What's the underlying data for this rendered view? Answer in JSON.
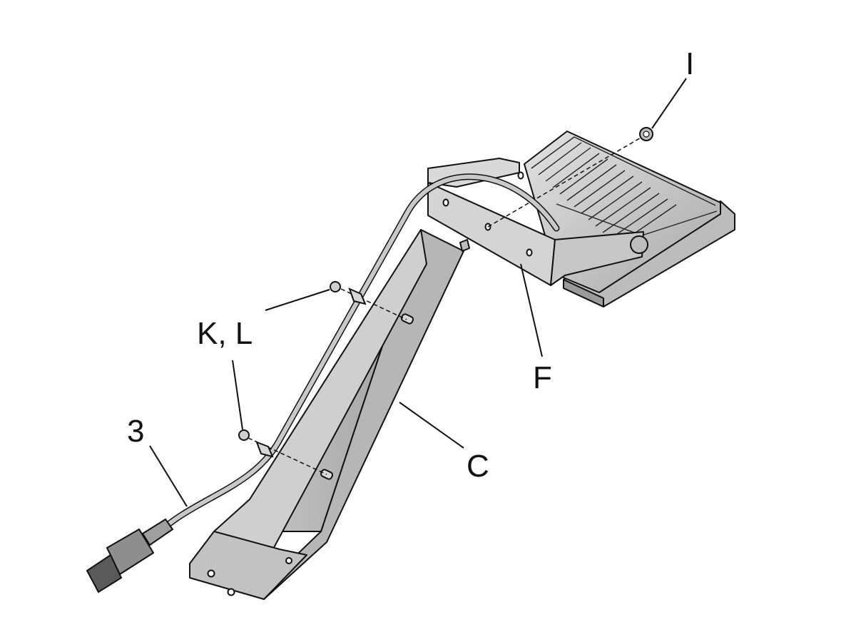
{
  "callouts": {
    "i": "I",
    "kl": "K, L",
    "f": "F",
    "three": "3",
    "c": "C"
  },
  "colors": {
    "line": "#111111",
    "metal_light": "#d6d6d6",
    "metal_mid": "#bdbdbd",
    "metal_dark": "#8f8f8f",
    "cable": "#c9c9c9"
  }
}
